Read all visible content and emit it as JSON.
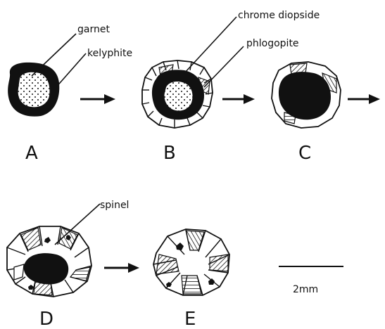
{
  "stages": [
    {
      "letter": "A"
    },
    {
      "letter": "B"
    },
    {
      "letter": "C"
    },
    {
      "letter": "D"
    },
    {
      "letter": "E"
    }
  ],
  "labels": {
    "garnet": "garnet",
    "kelyphite": "kelyphite",
    "chrome_diopside": "chrome diopside",
    "phlogopite": "phlogopite",
    "spinel": "spinel"
  },
  "scale_bar": {
    "label": "2mm"
  },
  "colors": {
    "ink": "#111111",
    "paper": "#ffffff"
  }
}
